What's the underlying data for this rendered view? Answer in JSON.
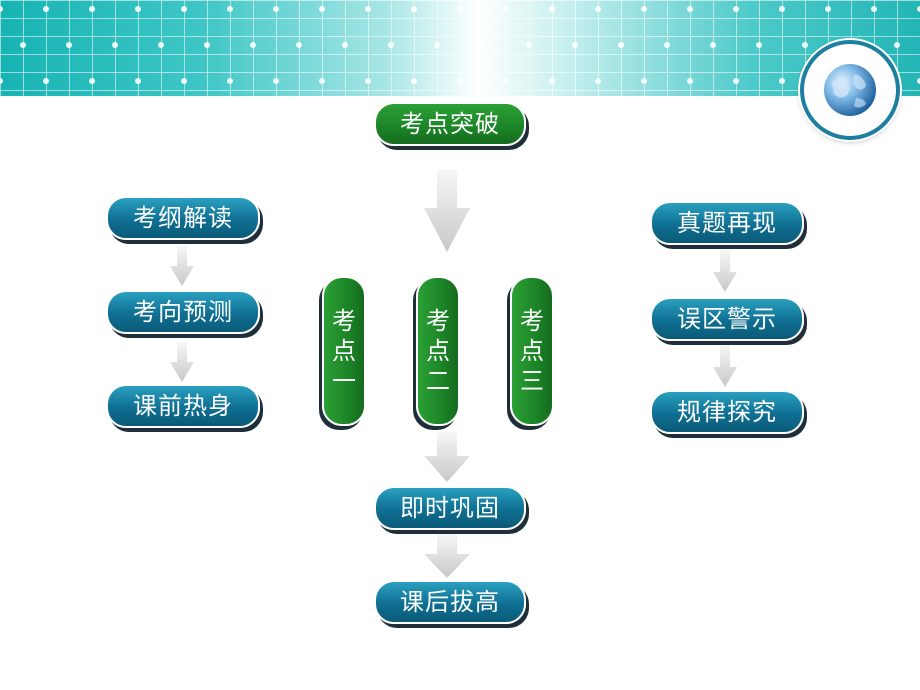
{
  "header": {
    "icon": "globe-icon",
    "colors": {
      "banner": "#17b3b3",
      "badge_border": "#1d7fa0"
    }
  },
  "diagram": {
    "top": "考点突破",
    "left": [
      "考纲解读",
      "考向预测",
      "课前热身"
    ],
    "right": [
      "真题再现",
      "误区警示",
      "规律探究"
    ],
    "centers": [
      [
        "考",
        "点",
        "一"
      ],
      [
        "考",
        "点",
        "二"
      ],
      [
        "考",
        "点",
        "三"
      ]
    ],
    "bottom": [
      "即时巩固",
      "课后拔高"
    ],
    "colors": {
      "blue_pill": "#0f6f92",
      "green_pill": "#1c8427",
      "arrow": "#d9d9d9"
    }
  }
}
